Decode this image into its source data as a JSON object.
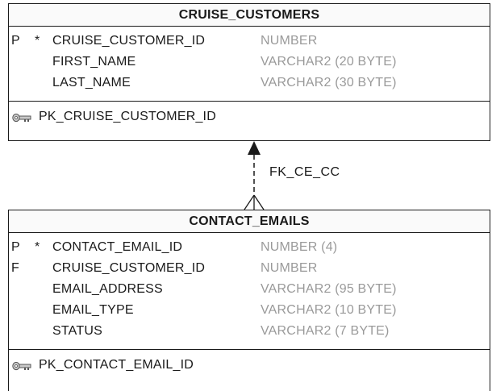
{
  "tables": [
    {
      "name": "CRUISE_CUSTOMERS",
      "columns": [
        {
          "key": "P",
          "required": "*",
          "name": "CRUISE_CUSTOMER_ID",
          "type": "NUMBER"
        },
        {
          "key": "",
          "required": "",
          "name": "FIRST_NAME",
          "type": "VARCHAR2 (20 BYTE)"
        },
        {
          "key": "",
          "required": "",
          "name": "LAST_NAME",
          "type": "VARCHAR2 (30 BYTE)"
        }
      ],
      "constraints": [
        {
          "icon": "key-icon",
          "name": "PK_CRUISE_CUSTOMER_ID"
        }
      ]
    },
    {
      "name": "CONTACT_EMAILS",
      "columns": [
        {
          "key": "P",
          "required": "*",
          "name": "CONTACT_EMAIL_ID",
          "type": "NUMBER (4)"
        },
        {
          "key": "F",
          "required": "",
          "name": "CRUISE_CUSTOMER_ID",
          "type": "NUMBER"
        },
        {
          "key": "",
          "required": "",
          "name": "EMAIL_ADDRESS",
          "type": "VARCHAR2 (95 BYTE)"
        },
        {
          "key": "",
          "required": "",
          "name": "EMAIL_TYPE",
          "type": "VARCHAR2 (10 BYTE)"
        },
        {
          "key": "",
          "required": "",
          "name": "STATUS",
          "type": "VARCHAR2 (7 BYTE)"
        }
      ],
      "constraints": [
        {
          "icon": "key-icon",
          "name": "PK_CONTACT_EMAIL_ID"
        }
      ]
    }
  ],
  "relationship": {
    "label": "FK_CE_CC",
    "from": "CONTACT_EMAILS",
    "to": "CRUISE_CUSTOMERS",
    "style": "dashed",
    "start": "crows-foot",
    "end": "arrow"
  },
  "colors": {
    "line": "#1a1a1a",
    "type_text": "#9a9a9a",
    "header_bg": "#fafafa"
  }
}
